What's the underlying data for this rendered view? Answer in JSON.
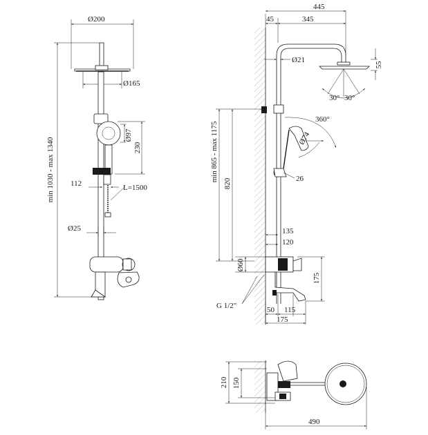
{
  "front_view": {
    "head_diameter": "Ø200",
    "head_inner_diameter": "Ø165",
    "handshower_diameter": "Ø97",
    "handshower_length": "230",
    "holder_offset": "112",
    "hose_length": "L=1500",
    "rail_diameter": "Ø25",
    "overall_height": "min 1030 - max 1340"
  },
  "side_view": {
    "total_reach": "445",
    "wall_offset": "45",
    "arm_reach": "345",
    "arm_diameter": "Ø21",
    "head_thickness": "55",
    "tilt_left": "30°",
    "tilt_right": "30°",
    "rotation": "360°",
    "handshower_diameter": "Ø74",
    "holder_size": "26",
    "column_height": "min 865 - max 1175",
    "rail_height": "820",
    "spout_offset_1": "135",
    "spout_offset_2": "120",
    "inlet_diameter": "Ø60",
    "mixer_height": "175",
    "thread": "G 1/2\"",
    "spout_base": "50",
    "spout_mid": "115",
    "spout_total": "175"
  },
  "top_view": {
    "width_outer": "210",
    "width_inner": "150",
    "depth": "490"
  }
}
